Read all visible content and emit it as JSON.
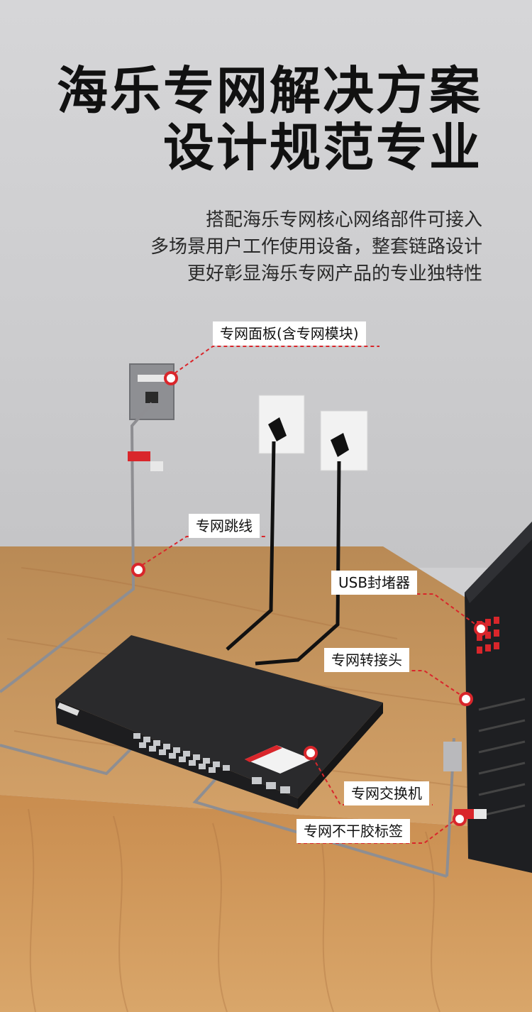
{
  "headline": {
    "line1": "海乐专网解决方案",
    "line2": "设计规范专业"
  },
  "description": {
    "line1": "搭配海乐专网核心网络部件可接入",
    "line2": "多场景用户工作使用设备，整套链路设计",
    "line3": "更好彰显海乐专网产品的专业独特性"
  },
  "callouts": {
    "panel": "专网面板(含专网模块)",
    "patch_cable": "专网跳线",
    "usb_blocker": "USB封堵器",
    "adapter": "专网转接头",
    "switch": "专网交换机",
    "label_tag": "专网不干胶标签"
  },
  "colors": {
    "accent": "#d9262b",
    "title": "#111111",
    "wall": "#cfcfd1",
    "wood": "#c9955a"
  }
}
